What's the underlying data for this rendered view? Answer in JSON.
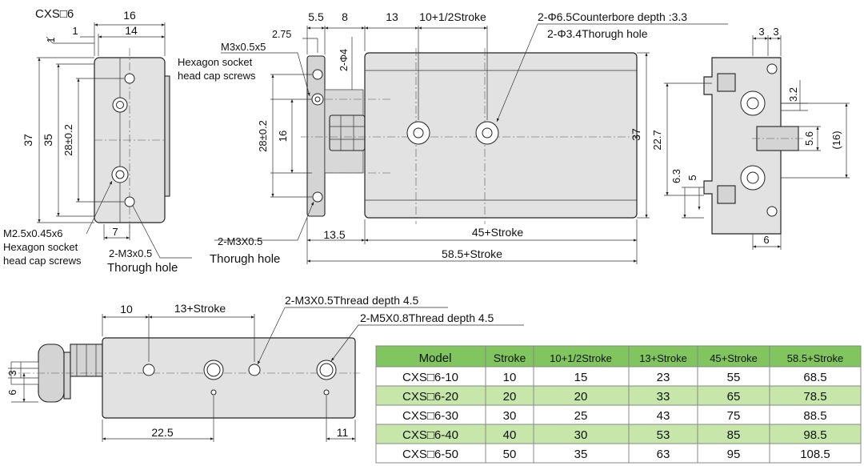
{
  "title": "CXS□6",
  "front_view": {
    "dim_width_total": "16",
    "dim_width_inner": "14",
    "dim_offset": "1",
    "dim_height_outer": "37",
    "dim_height_inner": "35",
    "dim_hole_pitch": "28±0.2",
    "dim_bottom_offset": "7",
    "label_screw_a": "M2.5x0.45x6",
    "label_screw_a_desc_1": "Hexagon socket",
    "label_screw_a_desc_2": "head cap screws",
    "label_hole": "2-M3x0.5",
    "label_hole_desc": "Thorugh hole"
  },
  "side_view": {
    "dim_55": "5.5",
    "dim_8": "8",
    "dim_13": "13",
    "dim_half_stroke": "10+1/2Stroke",
    "dim_275": "2.75",
    "dim_phi4": "2-Φ4",
    "label_screw_b": "M3x0.5x5",
    "label_screw_b_desc_1": "Hexagon socket",
    "label_screw_b_desc_2": "head cap screws",
    "note_counterbore": "2-Φ6.5Counterbore depth :3.3",
    "note_through": "2-Φ3.4Thorugh hole",
    "dim_pitch": "28±0.2",
    "dim_16": "16",
    "dim_37": "37",
    "label_m3": "2-M3X0.5",
    "label_m3_desc": "Thorugh hole",
    "dim_135": "13.5",
    "dim_45_stroke": "45+Stroke",
    "dim_585_stroke": "58.5+Stroke"
  },
  "end_view": {
    "dim_3a": "3",
    "dim_3b": "3",
    "dim_32": "3.2",
    "dim_227": "22.7",
    "dim_56": "5.6",
    "dim_16p": "(16)",
    "dim_63": "6.3",
    "dim_5": "5",
    "dim_6": "6"
  },
  "bottom_view": {
    "dim_10": "10",
    "dim_13_stroke": "13+Stroke",
    "note_thread_1": "2-M3X0.5Thread depth 4.5",
    "note_thread_2": "2-M5X0.8Thread depth 4.5",
    "dim_3": "3",
    "dim_6": "6",
    "dim_225": "22.5",
    "dim_11": "11"
  },
  "table": {
    "headers": [
      "Model",
      "Stroke",
      "10+1/2Stroke",
      "13+Stroke",
      "45+Stroke",
      "58.5+Stroke"
    ],
    "rows": [
      [
        "CXS□6-10",
        "10",
        "15",
        "23",
        "55",
        "68.5"
      ],
      [
        "CXS□6-20",
        "20",
        "20",
        "33",
        "65",
        "78.5"
      ],
      [
        "CXS□6-30",
        "30",
        "25",
        "43",
        "75",
        "88.5"
      ],
      [
        "CXS□6-40",
        "40",
        "30",
        "53",
        "85",
        "98.5"
      ],
      [
        "CXS□6-50",
        "50",
        "35",
        "63",
        "95",
        "108.5"
      ]
    ],
    "colors": {
      "header": "#80c55d",
      "alt_row": "#c6e7a9",
      "row": "#ffffff"
    }
  }
}
